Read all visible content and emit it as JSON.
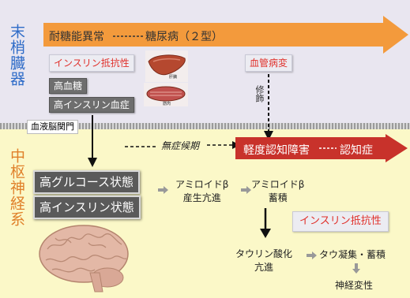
{
  "labels": {
    "peripheral_organs": "末梢臓器",
    "central_nervous_system": "中枢神経系"
  },
  "top": {
    "glucose_intolerance": "耐糖能異常",
    "diabetes": "糖尿病（２型）",
    "insulin_resistance": "インスリン抵抗性",
    "hyperglycemia": "高血糖",
    "hyperinsulinemia": "高インスリン血症",
    "vascular_disease": "血管病変",
    "modification": "修飾",
    "liver_image_label": "肝臓",
    "muscle_image_label": "筋肉"
  },
  "middle": {
    "blood_brain_barrier": "血液脳関門",
    "asymptomatic_period": "無症候期",
    "mci": "軽度認知障害",
    "dementia": "認知症"
  },
  "bottom": {
    "high_glucose_state": "高グルコース状態",
    "high_insulin_state": "高インスリン状態",
    "amyloid_production": "アミロイドβ\n産生亢進",
    "amyloid_accumulation": "アミロイドβ\n蓄積",
    "brain_insulin_resistance": "インスリン抵抗性",
    "tau_oxidation": "タウリン酸化\n亢進",
    "tau_aggregation": "タウ凝集・蓄積",
    "neurodegeneration": "神経変性"
  },
  "colors": {
    "orange_arrow": "#f39a3c",
    "red_arrow": "#c8322b",
    "blue_label": "#2f6cc8",
    "orange_label": "#e0802a",
    "top_bg": "#e9e6f0",
    "bottom_bg": "#fbf8c8"
  }
}
